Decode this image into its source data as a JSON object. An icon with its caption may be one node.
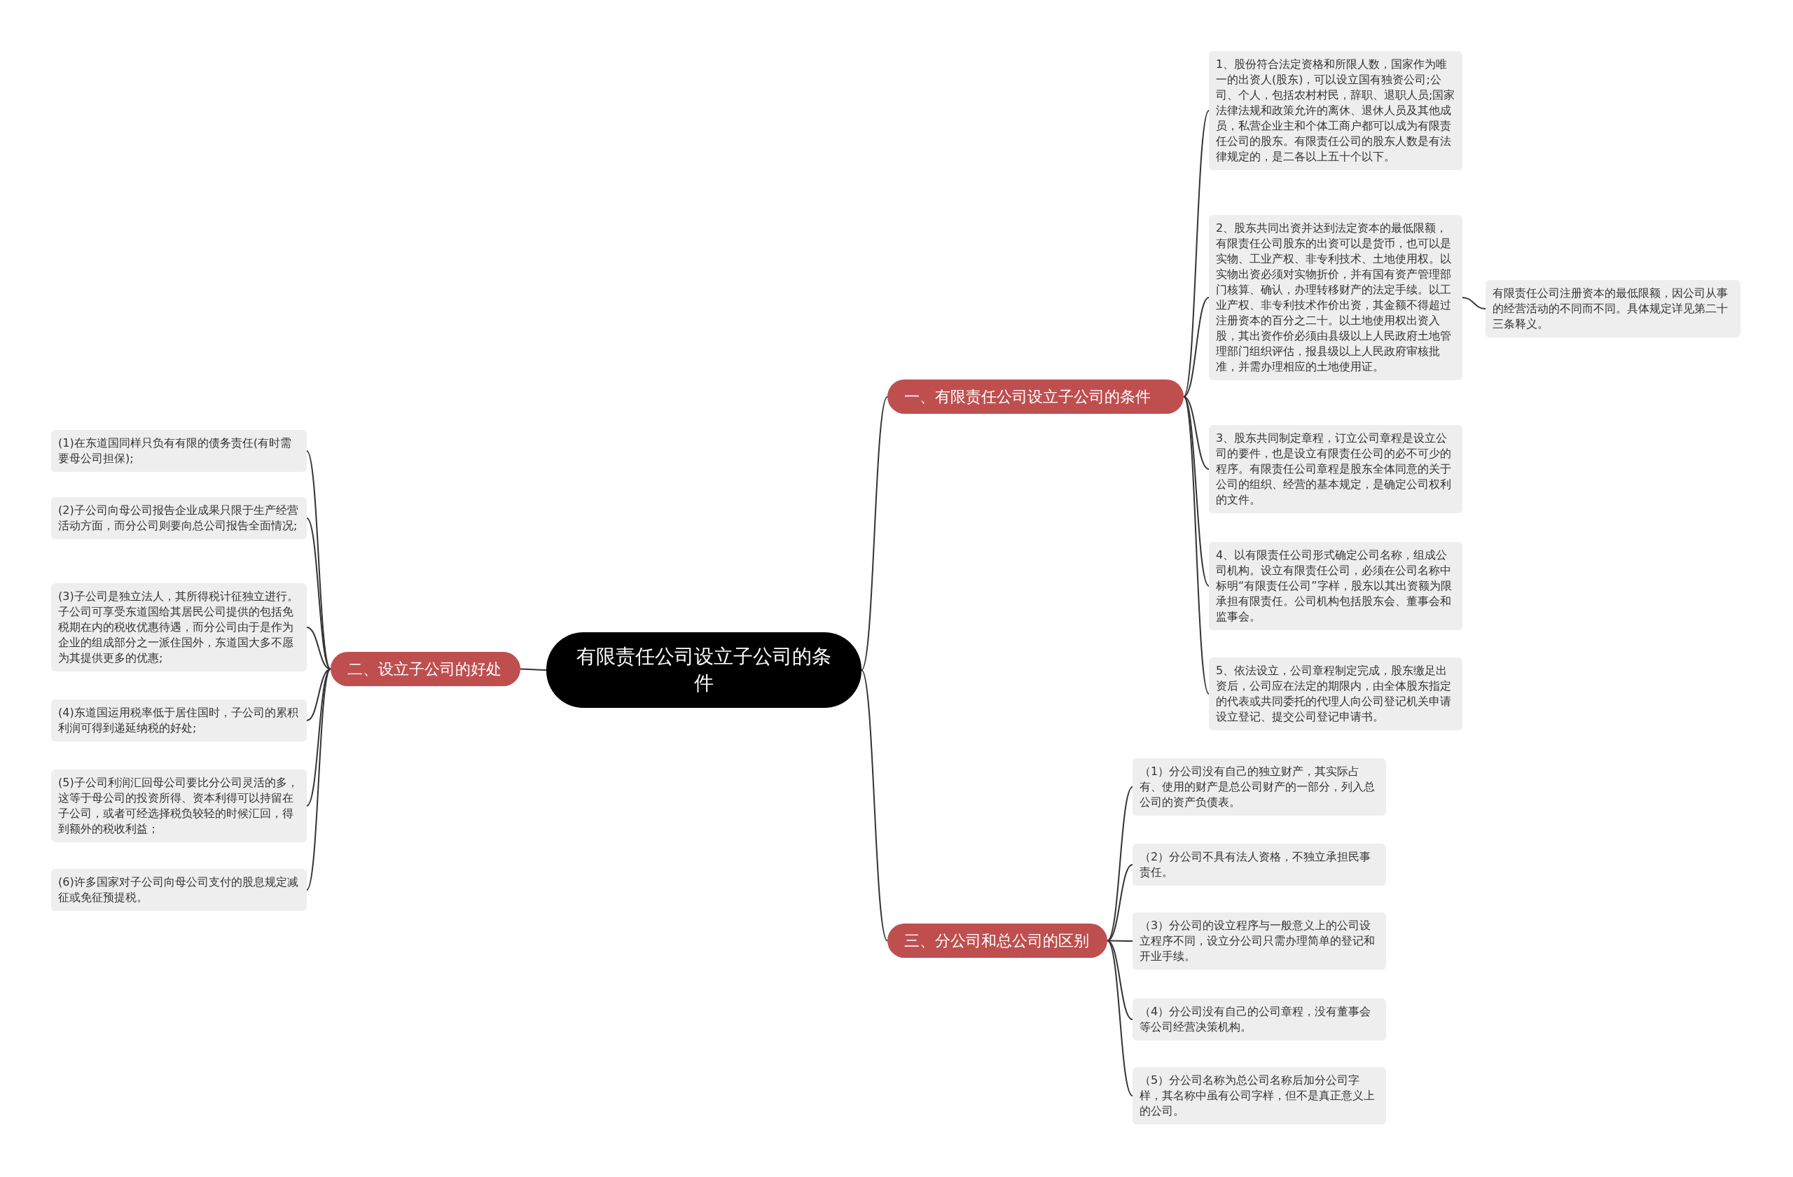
{
  "diagram": {
    "nodes": [
      {
        "text": [
          "有限责任公司设立子公司的条件"
        ]
      },
      {
        "text": [
          "一、有限责任公司设立子公司的条件"
        ]
      },
      {
        "text": [
          "1、股份符合法定资格和所限人数，国家作为唯一的出资人(股东)，可以设立国有独资公司;公司、个人，包括农村村民，辞职、退职人员;国家法律法规和政策允许的离休、退休人员及其他成员，私营企业主和个体工商户都可以成为有限责任公司的股东。有限责任公司的股东人数是有法律规定的，是二各以上五十个以下。"
        ]
      },
      {
        "text": [
          "2、股东共同出资并达到法定资本的最低限额，有限责任公司股东的出资可以是货币，也可以是实物、工业产权、非专利技术、土地使用权。以实物出资必须对实物折价，并有国有资产管理部门核算、确认，办理转移财产的法定手续。以工业产权、非专利技术作价出资，其金额不得超过注册资本的百分之二十。以土地使用权出资入股，其出资作价必须由县级以上人民政府土地管理部门组织评估，报县级以上人民政府审核批准，并需办理相应的土地使用证。"
        ]
      },
      {
        "text": [
          "有限责任公司注册资本的最低限额，因公司从事的经营活动的不同而不同。具体规定详见第二十三条释义。"
        ]
      },
      {
        "text": [
          "3、股东共同制定章程，订立公司章程是设立公司的要件，也是设立有限责任公司的必不可少的程序。有限责任公司章程是股东全体同意的关于公司的组织、经营的基本规定，是确定公司权利的文件。"
        ]
      },
      {
        "text": [
          "4、以有限责任公司形式确定公司名称，组成公司机构。设立有限责任公司，必须在公司名称中标明“有限责任公司”字样，股东以其出资额为限承担有限责任。公司机构包括股东会、董事会和监事会。"
        ]
      },
      {
        "text": [
          "5、依法设立，公司章程制定完成，股东缴足出资后，公司应在法定的期限内，由全体股东指定的代表或共同委托的代理人向公司登记机关申请设立登记、提交公司登记申请书。"
        ]
      },
      {
        "text": [
          "二、设立子公司的好处"
        ]
      },
      {
        "text": [
          "(1)在东道国同样只负有有限的债务责任(有时需要母公司担保);"
        ]
      },
      {
        "text": [
          "(2)子公司向母公司报告企业成果只限于生产经营活动方面，而分公司则要向总公司报告全面情况;"
        ]
      },
      {
        "text": [
          "(3)子公司是独立法人，其所得税计征独立进行。子公司可享受东道国给其居民公司提供的包括免税期在内的税收优惠待遇，而分公司由于是作为企业的组成部分之一派住国外，东道国大多不愿为其提供更多的优惠;"
        ]
      },
      {
        "text": [
          "(4)东道国运用税率低于居住国时，子公司的累积利润可得到递延纳税的好处;"
        ]
      },
      {
        "text": [
          "(5)子公司利润汇回母公司要比分公司灵活的多，这等于母公司的投资所得、资本利得可以持留在子公司，或者可经选择税负较轻的时候汇回，得到额外的税收利益；"
        ]
      },
      {
        "text": [
          "(6)许多国家对子公司向母公司支付的股息规定减征或免征预提税。"
        ]
      },
      {
        "text": [
          "三、分公司和总公司的区别"
        ]
      },
      {
        "text": [
          "（1）分公司没有自己的独立财产，其实际占有、使用的财产是总公司财产的一部分，列入总公司的资产负债表。"
        ]
      },
      {
        "text": [
          "（2）分公司不具有法人资格，不独立承担民事责任。"
        ]
      },
      {
        "text": [
          "（3）分公司的设立程序与一般意义上的公司设立程序不同，设立分公司只需办理简单的登记和开业手续。"
        ]
      },
      {
        "text": [
          "（4）分公司没有自己的公司章程，没有董事会等公司经营决策机构。"
        ]
      },
      {
        "text": [
          "（5）分公司名称为总公司名称后加分公司字样，其名称中虽有公司字样，但不是真正意义上的公司。"
        ]
      }
    ],
    "edges": [
      {
        "from": 0,
        "to": 1,
        "arrow": "none"
      },
      {
        "from": 1,
        "to": 2,
        "arrow": "none"
      },
      {
        "from": 1,
        "to": 3,
        "arrow": "none"
      },
      {
        "from": 3,
        "to": 4,
        "arrow": "none"
      },
      {
        "from": 1,
        "to": 5,
        "arrow": "none"
      },
      {
        "from": 1,
        "to": 6,
        "arrow": "none"
      },
      {
        "from": 1,
        "to": 7,
        "arrow": "none"
      },
      {
        "from": 0,
        "to": 8,
        "arrow": "none"
      },
      {
        "from": 8,
        "to": 9,
        "arrow": "none"
      },
      {
        "from": 8,
        "to": 10,
        "arrow": "none"
      },
      {
        "from": 8,
        "to": 11,
        "arrow": "none"
      },
      {
        "from": 8,
        "to": 12,
        "arrow": "none"
      },
      {
        "from": 8,
        "to": 13,
        "arrow": "none"
      },
      {
        "from": 8,
        "to": 14,
        "arrow": "none"
      },
      {
        "from": 0,
        "to": 15,
        "arrow": "none"
      },
      {
        "from": 15,
        "to": 16,
        "arrow": "none"
      },
      {
        "from": 15,
        "to": 17,
        "arrow": "none"
      },
      {
        "from": 15,
        "to": 18,
        "arrow": "none"
      },
      {
        "from": 15,
        "to": 19,
        "arrow": "none"
      },
      {
        "from": 15,
        "to": 20,
        "arrow": "none"
      }
    ]
  }
}
